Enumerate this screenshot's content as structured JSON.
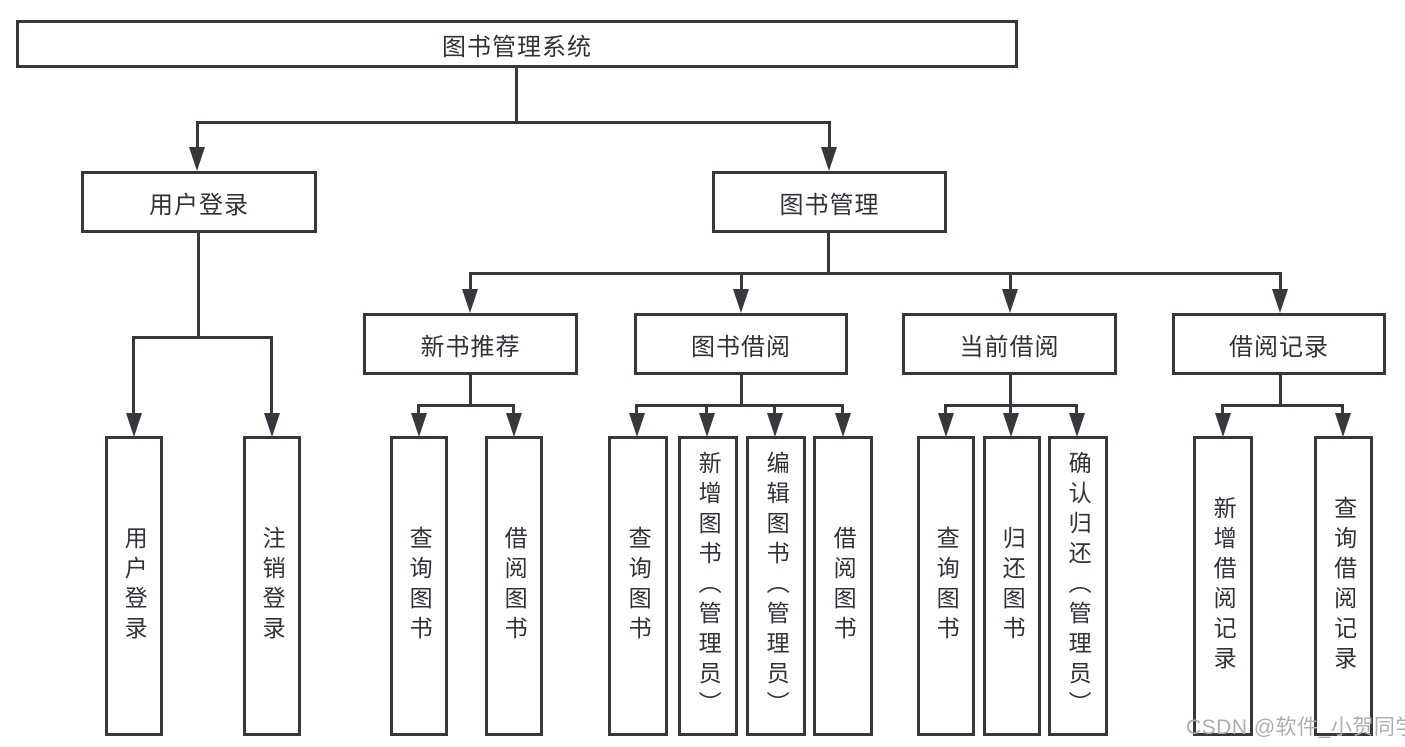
{
  "nodes": {
    "root": "图书管理系统",
    "level2": [
      "用户登录",
      "图书管理"
    ],
    "level3": [
      "新书推荐",
      "图书借阅",
      "当前借阅",
      "借阅记录"
    ],
    "leaves_user_login": [
      "用户登录",
      "注销登录"
    ],
    "leaves_new_book": [
      "查询图书",
      "借阅图书"
    ],
    "leaves_book_borrow": [
      "查询图书",
      "新增图书（管理员）",
      "编辑图书（管理员）",
      "借阅图书"
    ],
    "leaves_current_borrow": [
      "查询图书",
      "归还图书",
      "确认归还（管理员）"
    ],
    "leaves_borrow_records": [
      "新增借阅记录",
      "查询借阅记录"
    ]
  },
  "watermark": {
    "text": "CSDN @软件_小贺同学"
  },
  "colors": {
    "line": "#35383d",
    "text": "#2f3338",
    "watermark": "#aeaeae",
    "background": "#ffffff"
  }
}
